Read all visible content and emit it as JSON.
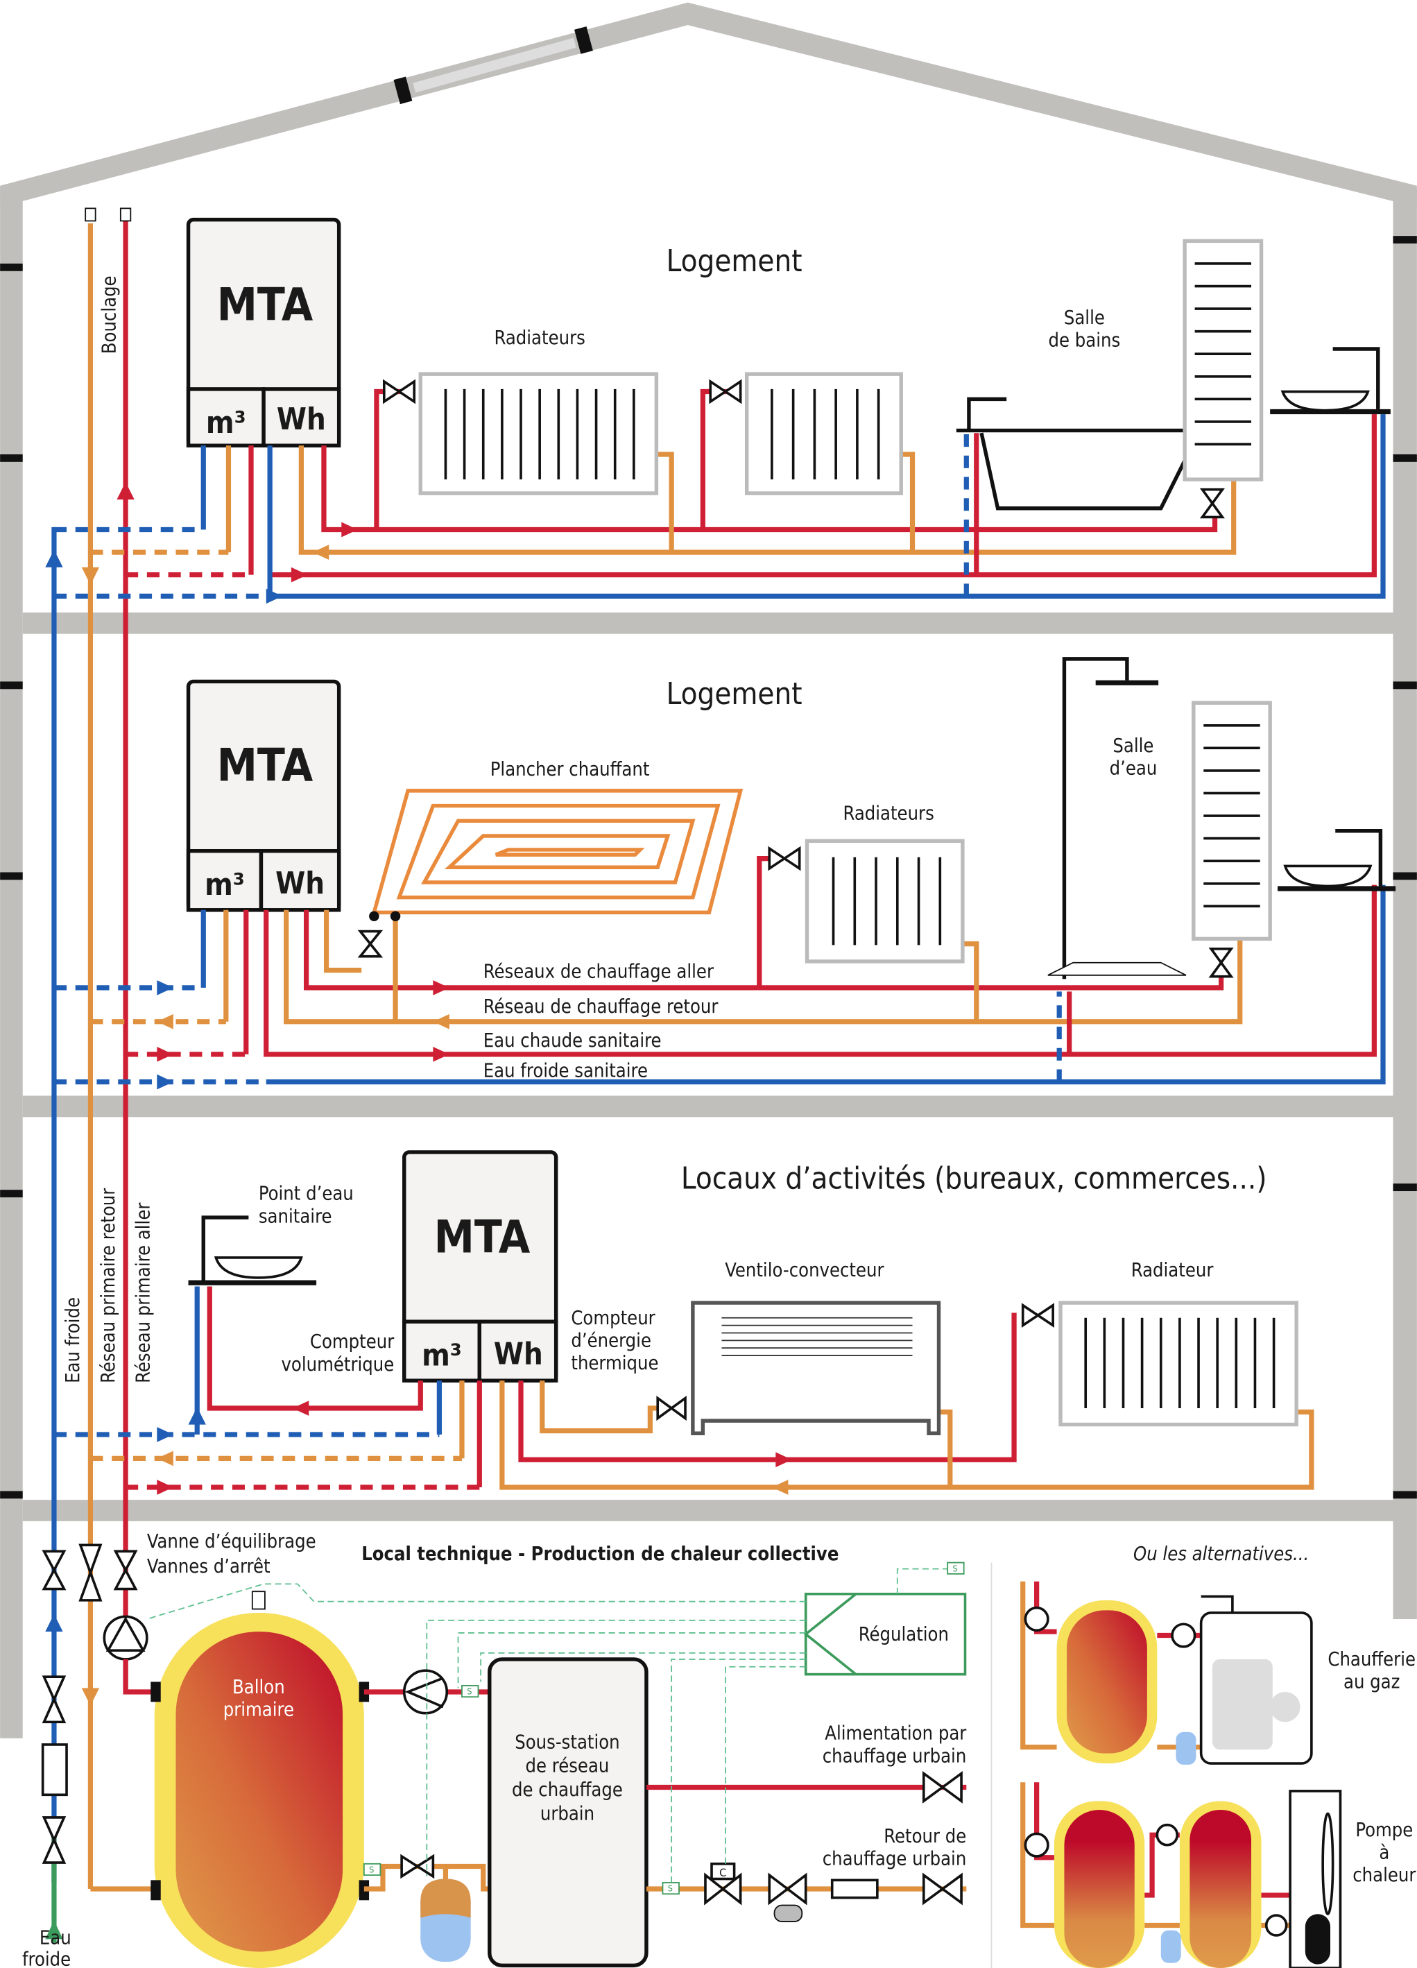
{
  "colors": {
    "heating_supply": "#cf1f35",
    "heating_return": "#e0913f",
    "cold_water": "#1f5eb4",
    "mains_water": "#3c9b5c",
    "wall": "#c0bfbb",
    "insulation": "#f7e05a",
    "control": "#5fbf8f"
  },
  "floor1": {
    "title": "Logement",
    "radiators": "Radiateurs",
    "bathroom": [
      "Salle",
      "de bains"
    ],
    "mta": {
      "name": "MTA",
      "m3": "m³",
      "wh": "Wh"
    }
  },
  "floor2": {
    "title": "Logement",
    "floor_heating": "Plancher chauffant",
    "radiators": "Radiateurs",
    "shower_room": [
      "Salle",
      "d’eau"
    ],
    "mta": {
      "name": "MTA",
      "m3": "m³",
      "wh": "Wh"
    },
    "networks": [
      "Réseaux de chauffage aller",
      "Réseau de chauffage retour",
      "Eau chaude sanitaire",
      "Eau froide sanitaire"
    ]
  },
  "floor3": {
    "title": "Locaux d’activités (bureaux, commerces...)",
    "water_point": [
      "Point d’eau",
      "sanitaire"
    ],
    "volume_meter": [
      "Compteur",
      "volumétrique"
    ],
    "energy_meter": [
      "Compteur",
      "d’énergie",
      "thermique"
    ],
    "fan_coil": "Ventilo-convecteur",
    "radiator": "Radiateur",
    "mta": {
      "name": "MTA",
      "m3": "m³",
      "wh": "Wh"
    }
  },
  "risers": {
    "loop": "Bouclage",
    "cold_water": "Eau froide",
    "primary_return": "Réseau primaire retour",
    "primary_supply": "Réseau primaire aller"
  },
  "plant": {
    "title": "Local technique - Production de chaleur collective",
    "balancing_valve": "Vanne d’équilibrage",
    "stop_valves": "Vannes d’arrêt",
    "tank": [
      "Ballon",
      "primaire"
    ],
    "substation": [
      "Sous-station",
      "de réseau",
      "de chauffage",
      "urbain"
    ],
    "control": "Régulation",
    "supply": [
      "Alimentation par",
      "chauffage urbain"
    ],
    "return": [
      "Retour de",
      "chauffage urbain"
    ],
    "cold_water": [
      "Eau",
      "froide"
    ],
    "sensor": "S",
    "meter": "C"
  },
  "alternatives": {
    "title": "Ou les alternatives...",
    "gas": [
      "Chaufferie",
      "au gaz"
    ],
    "heat_pump": [
      "Pompe",
      "à",
      "chaleur"
    ]
  }
}
